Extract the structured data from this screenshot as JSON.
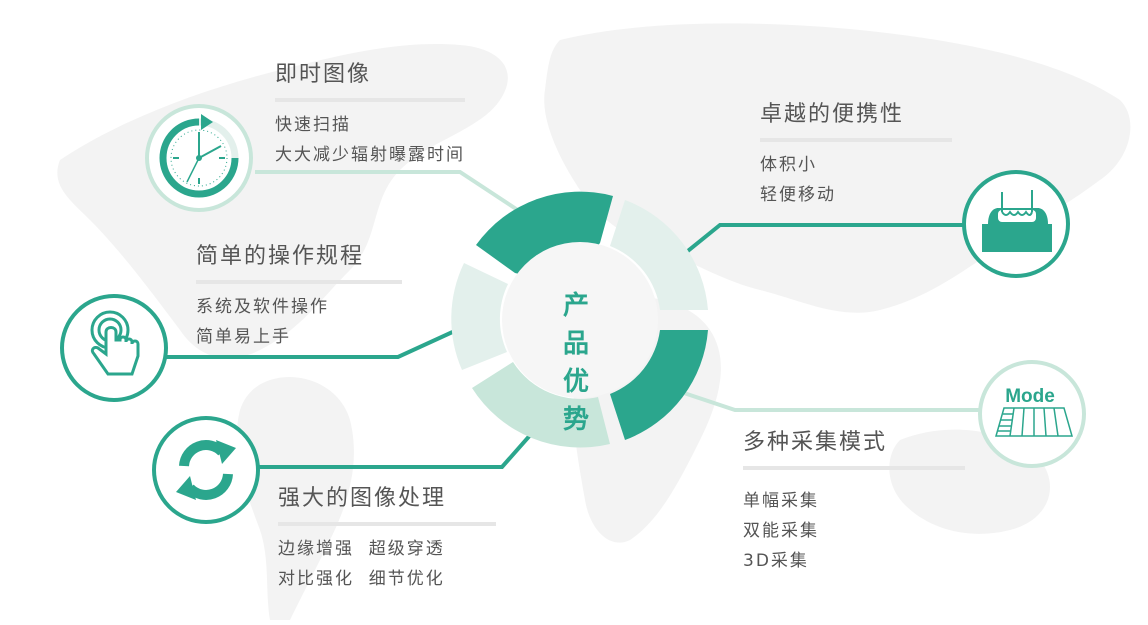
{
  "center": {
    "line1": "产 品",
    "line2": "优 势"
  },
  "colors": {
    "accent": "#2ba68d",
    "accent_light": "#c8e6da",
    "accent_pale": "#e3f0ec",
    "text": "#555555",
    "rule": "#e6e6e6",
    "map": "#f2f2f2"
  },
  "features": [
    {
      "id": "instant-image",
      "title": "即时图像",
      "lines": [
        "快速扫描",
        "大大减少辐射曝露时间"
      ],
      "icon": "clock-icon"
    },
    {
      "id": "portability",
      "title": "卓越的便携性",
      "lines": [
        "体积小",
        "轻便移动"
      ],
      "icon": "hand-carry-icon"
    },
    {
      "id": "simple-operation",
      "title": "简单的操作规程",
      "lines": [
        "系统及软件操作",
        "简单易上手"
      ],
      "icon": "touch-hand-icon"
    },
    {
      "id": "acquisition-modes",
      "title": "多种采集模式",
      "lines": [
        "单幅采集",
        "双能采集",
        "3D采集"
      ],
      "icon": "mode-icon",
      "icon_text": "Mode"
    },
    {
      "id": "image-processing",
      "title": "强大的图像处理",
      "lines": [
        "边缘增强  超级穿透",
        "对比强化  细节优化"
      ],
      "icon": "refresh-icon"
    }
  ]
}
